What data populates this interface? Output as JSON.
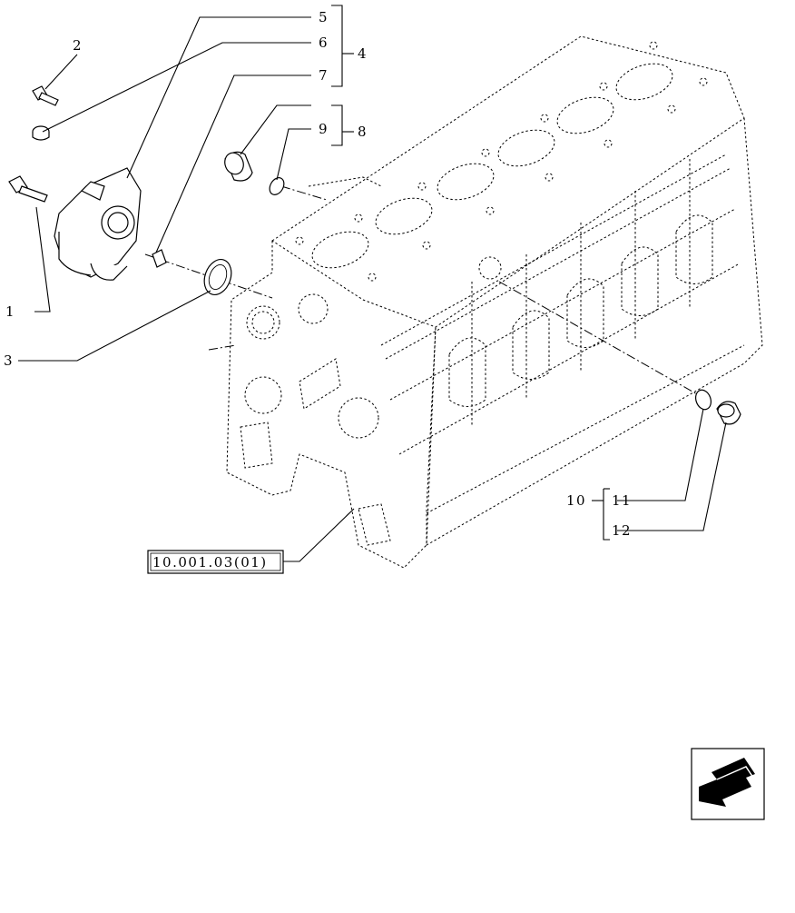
{
  "callouts": {
    "c1": "1",
    "c2": "2",
    "c3": "3",
    "c4": "4",
    "c5": "5",
    "c6": "6",
    "c7": "7",
    "c8": "8",
    "c9": "9",
    "c10": "10",
    "c11": "11",
    "c12": "12"
  },
  "reference_box": "10.001.03(01)",
  "nav_icon": "back-arrow-icon"
}
